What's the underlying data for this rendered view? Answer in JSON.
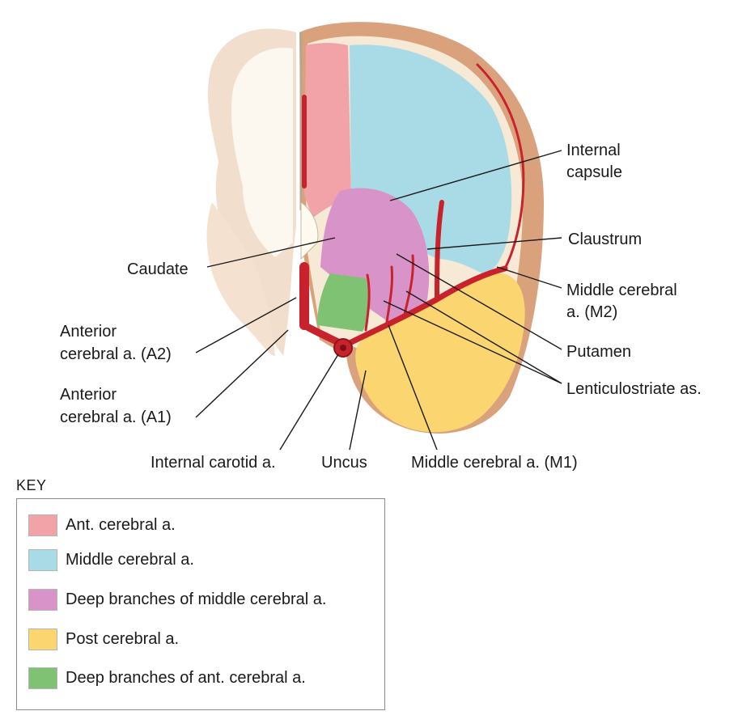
{
  "labels": {
    "internal_capsule": [
      "Internal",
      "capsule"
    ],
    "claustrum": "Claustrum",
    "caudate": "Caudate",
    "middle_cerebral_m2": [
      "Middle cerebral",
      "a. (M2)"
    ],
    "anterior_cerebral_a2": [
      "Anterior",
      "cerebral a. (A2)"
    ],
    "putamen": "Putamen",
    "lenticulostriate": "Lenticulostriate as.",
    "anterior_cerebral_a1": [
      "Anterior",
      "cerebral a. (A1)"
    ],
    "internal_carotid": "Internal carotid a.",
    "uncus": "Uncus",
    "middle_cerebral_m1": "Middle cerebral a. (M1)"
  },
  "key": {
    "heading": "KEY",
    "items": [
      {
        "label": "Ant. cerebral a.",
        "color": "#f2a3a8"
      },
      {
        "label": "Middle cerebral a.",
        "color": "#a9dbe6"
      },
      {
        "label": "Deep branches of middle cerebral a.",
        "color": "#d894c9"
      },
      {
        "label": "Post cerebral a.",
        "color": "#fbd56f"
      },
      {
        "label": "Deep branches of ant. cerebral a.",
        "color": "#7fc273"
      }
    ]
  },
  "colors": {
    "cortex_outer": "#d9a27c",
    "white_matter": "#f6ead6",
    "artery": "#c8232c",
    "anterior_cerebral": "#f2a3a8",
    "middle_cerebral": "#a9dbe6",
    "deep_middle": "#d894c9",
    "posterior_cerebral": "#fbd56f",
    "deep_anterior": "#7fc273"
  }
}
